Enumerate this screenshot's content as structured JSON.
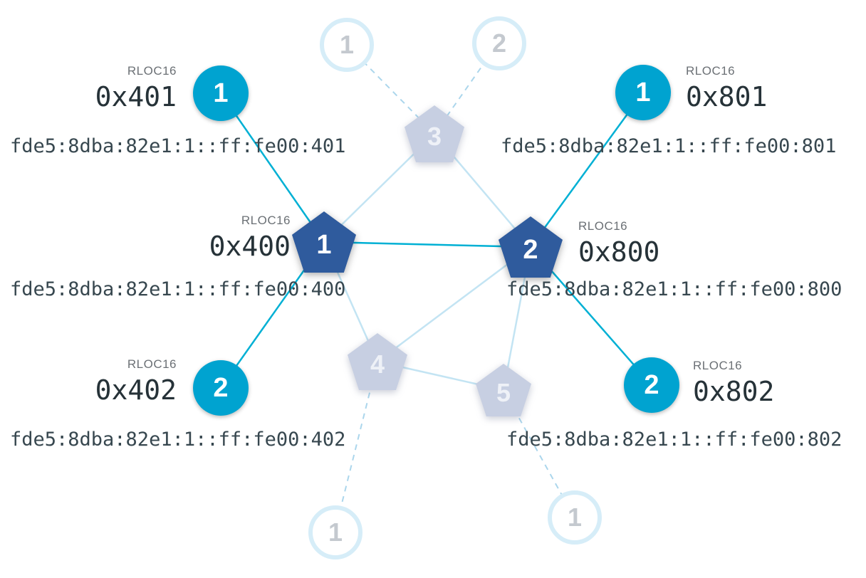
{
  "ui": {
    "rloc16_label": "RLOC16"
  },
  "nodes": {
    "router1": {
      "number": "1",
      "rloc16": "0x400",
      "ipv6": "fde5:8dba:82e1:1::ff:fe00:400"
    },
    "router2": {
      "number": "2",
      "rloc16": "0x800",
      "ipv6": "fde5:8dba:82e1:1::ff:fe00:800"
    },
    "router3": {
      "number": "3"
    },
    "router4": {
      "number": "4"
    },
    "router5": {
      "number": "5"
    },
    "child401": {
      "number": "1",
      "rloc16": "0x401",
      "ipv6": "fde5:8dba:82e1:1::ff:fe00:401"
    },
    "child402": {
      "number": "2",
      "rloc16": "0x402",
      "ipv6": "fde5:8dba:82e1:1::ff:fe00:402"
    },
    "child801": {
      "number": "1",
      "rloc16": "0x801",
      "ipv6": "fde5:8dba:82e1:1::ff:fe00:801"
    },
    "child802": {
      "number": "2",
      "rloc16": "0x802",
      "ipv6": "fde5:8dba:82e1:1::ff:fe00:802"
    },
    "fadedChildTopLeft": {
      "number": "1"
    },
    "fadedChildTopRight": {
      "number": "2"
    },
    "fadedChildBottomLeft": {
      "number": "1"
    },
    "fadedChildBottomRight": {
      "number": "1"
    }
  },
  "links": {
    "active": [
      [
        "child401",
        "router1"
      ],
      [
        "child402",
        "router1"
      ],
      [
        "router1",
        "router2"
      ],
      [
        "router2",
        "child801"
      ],
      [
        "router2",
        "child802"
      ]
    ],
    "faded": [
      [
        "router1",
        "router3"
      ],
      [
        "router2",
        "router3"
      ],
      [
        "router1",
        "router4"
      ],
      [
        "router2",
        "router4"
      ],
      [
        "router4",
        "router5"
      ],
      [
        "router2",
        "router5"
      ]
    ],
    "dashed": [
      [
        "router3",
        "fadedChildTopLeft"
      ],
      [
        "router3",
        "fadedChildTopRight"
      ],
      [
        "router4",
        "fadedChildBottomLeft"
      ],
      [
        "router5",
        "fadedChildBottomRight"
      ]
    ]
  },
  "colors": {
    "router_active": "#2f5b9d",
    "child_active": "#00a3d0",
    "link_active": "#00b0d4",
    "node_faded_fill": "#c7cfe2",
    "faded_circle_ring": "#d6edf8",
    "link_faded": "#c3e4f3",
    "link_dashed": "#abd6ec",
    "text_primary": "#263238",
    "text_secondary": "#6b7075"
  }
}
